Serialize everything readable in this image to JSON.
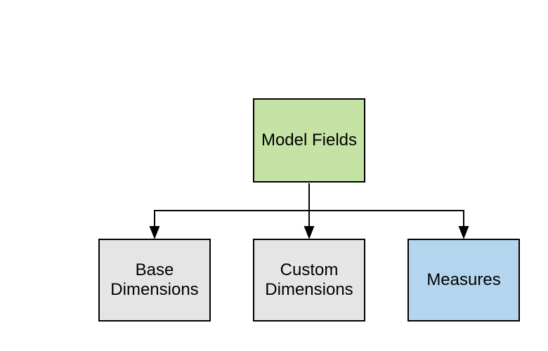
{
  "diagram": {
    "background": "#ffffff",
    "border_color": "#000000",
    "connector_color": "#000000",
    "text_color": "#000000",
    "root": {
      "label": "Model Fields",
      "fill": "#c5e3a4"
    },
    "children": [
      {
        "label": "Base Dimensions",
        "fill": "#e5e5e5"
      },
      {
        "label": "Custom Dimensions",
        "fill": "#e5e5e5"
      },
      {
        "label": "Measures",
        "fill": "#b3d6ee"
      }
    ]
  }
}
